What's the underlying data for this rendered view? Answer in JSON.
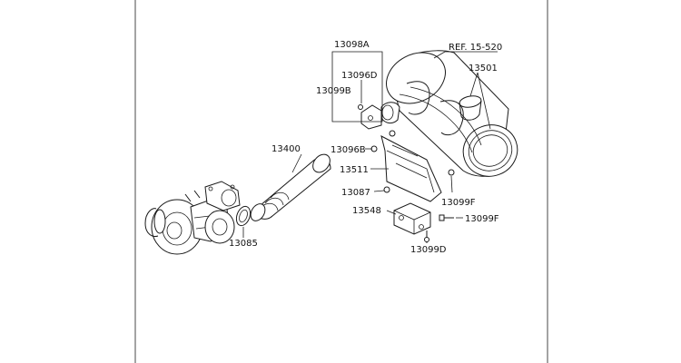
{
  "diagram": {
    "labels": {
      "p13098A": "13098A",
      "p13096D": "13096D",
      "p13099B": "13099B",
      "ref": "REF. 15-520",
      "p13501": "13501",
      "p13400": "13400",
      "p13096B": "13096B",
      "p13511": "13511",
      "p13087": "13087",
      "p13099F_a": "13099F",
      "p13548": "13548",
      "p13099F_b": "13099F",
      "p13085": "13085",
      "p13099D": "13099D"
    }
  }
}
